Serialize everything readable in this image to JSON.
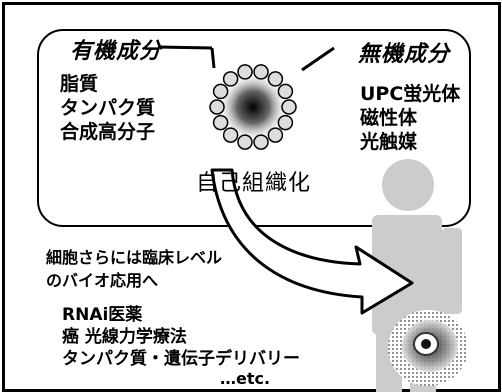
{
  "organic": {
    "heading": "有機成分",
    "items": [
      "脂質",
      "タンパク質",
      "合成高分子"
    ]
  },
  "inorganic": {
    "heading": "無機成分",
    "items": [
      "UPC蛍光体",
      "磁性体",
      "光触媒"
    ]
  },
  "center_label": "自己組織化",
  "lead_text": [
    "細胞さらには臨床レベル",
    "のバイオ応用へ"
  ],
  "applications": [
    "RNAi医薬",
    "癌 光線力学療法",
    "タンパク質・遺伝子デリバリー",
    "…etc."
  ],
  "colors": {
    "figure": "#cccccc",
    "outline": "#000000",
    "background": "#ffffff"
  }
}
